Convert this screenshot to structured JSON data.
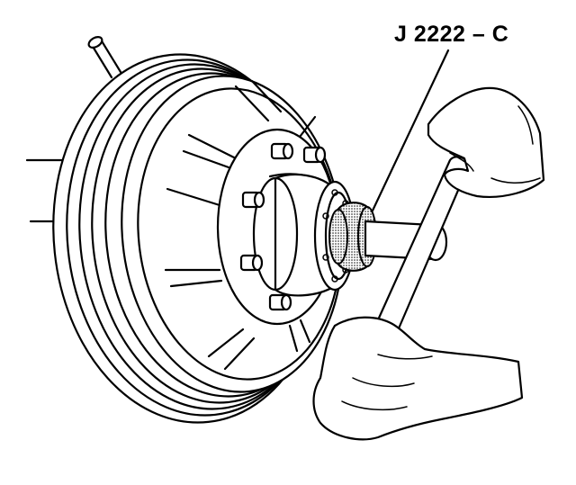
{
  "callout": {
    "label": "J 2222 – C"
  },
  "colors": {
    "ink": "#000000",
    "paper": "#ffffff",
    "stipple": "#808080"
  },
  "parts": [
    "brake-drum",
    "wheel-hub",
    "wheel-studs",
    "bearing-race",
    "installer-tool-j2222c",
    "drive-handle",
    "technician-hands"
  ]
}
